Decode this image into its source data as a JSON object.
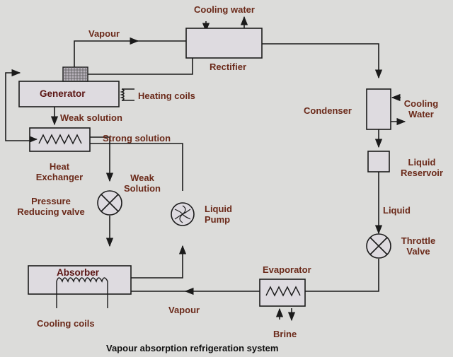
{
  "labels": {
    "cooling_water_top": "Cooling water",
    "vapour_top": "Vapour",
    "rectifier": "Rectifier",
    "generator": "Generator",
    "heating_coils": "Heating coils",
    "weak_solution_1": "Weak solution",
    "strong_solution": "Strong solution",
    "heat_exchanger": "Heat\nExchanger",
    "weak_solution_2": "Weak\nSolution",
    "pressure_reducing_valve": "Pressure\nReducing valve",
    "liquid_pump": "Liquid\nPump",
    "absorber": "Absorber",
    "cooling_coils": "Cooling coils",
    "vapour_bottom": "Vapour",
    "evaporator": "Evaporator",
    "brine": "Brine",
    "condenser": "Condenser",
    "cooling_water_right": "Cooling\nWater",
    "liquid_reservoir": "Liquid\nReservoir",
    "liquid": "Liquid",
    "throttle_valve": "Throttle\nValve",
    "caption": "Vapour absorption refrigeration system"
  },
  "colors": {
    "box_fill": "#dedbe0",
    "line": "#1b1b1b",
    "label": "#6b2a1a",
    "label_dark": "#5a1412"
  }
}
